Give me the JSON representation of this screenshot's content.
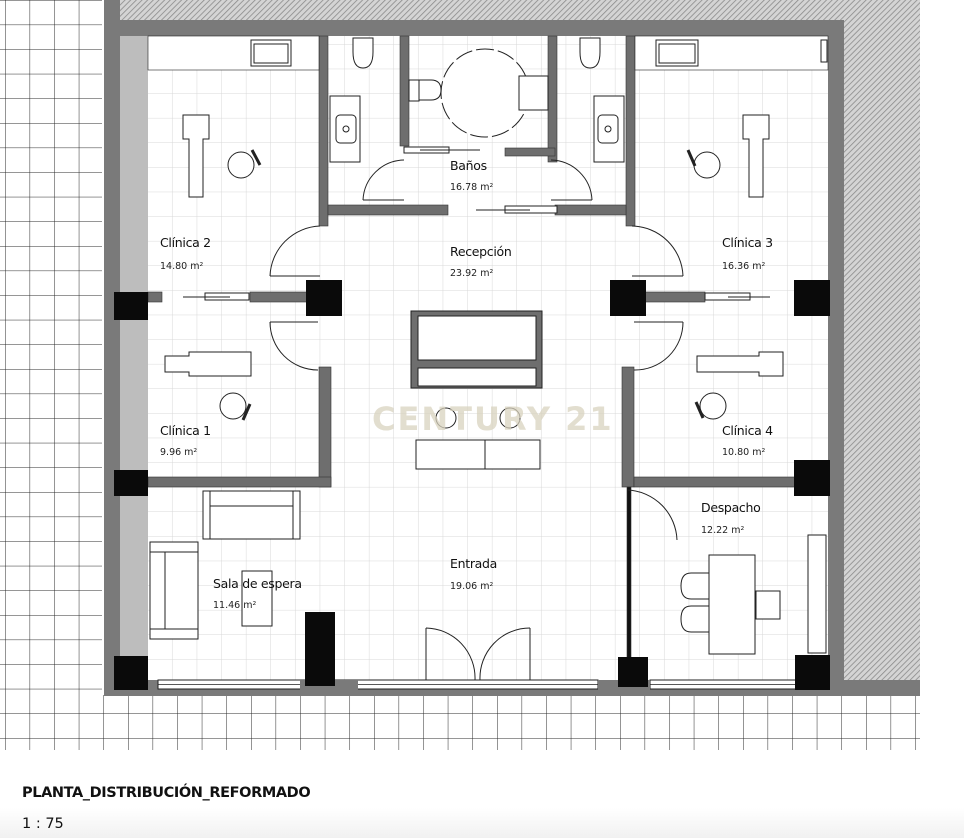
{
  "plan": {
    "title": "PLANTA_DISTRIBUCIÓN_REFORMADO",
    "scale": "1 : 75",
    "watermark": "CENTURY 21",
    "colors": {
      "wall_outer": "#7a7a7a",
      "wall_inner": "#6e6e6e",
      "pillar": "#0a0a0a",
      "grid_floor": "#d6d6d6",
      "grid_outside": "#3a3a3a",
      "hatch": "#9a9a9a",
      "light_wall": "#bdbdbd",
      "watermark": "#d9d3bf"
    },
    "rooms": [
      {
        "id": "banos",
        "name": "Baños",
        "area": "16.78 m²"
      },
      {
        "id": "recepcion",
        "name": "Recepción",
        "area": "23.92 m²"
      },
      {
        "id": "clinica-2",
        "name": "Clínica 2",
        "area": "14.80 m²"
      },
      {
        "id": "clinica-3",
        "name": "Clínica 3",
        "area": "16.36 m²"
      },
      {
        "id": "clinica-1",
        "name": "Clínica 1",
        "area": "9.96 m²"
      },
      {
        "id": "clinica-4",
        "name": "Clínica 4",
        "area": "10.80 m²"
      },
      {
        "id": "despacho",
        "name": "Despacho",
        "area": "12.22 m²"
      },
      {
        "id": "entrada",
        "name": "Entrada",
        "area": "19.06 m²"
      },
      {
        "id": "sala-espera",
        "name": "Sala de espera",
        "area": "11.46 m²"
      }
    ]
  }
}
